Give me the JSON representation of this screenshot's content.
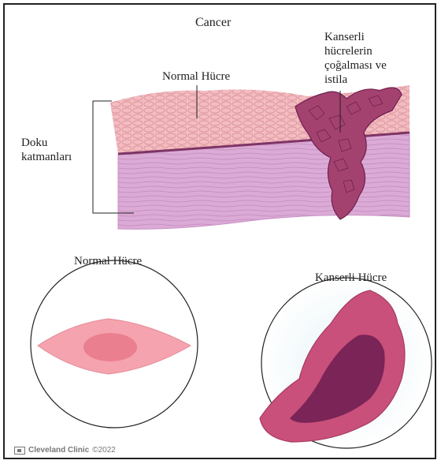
{
  "title": "Cancer",
  "labels": {
    "normal_cell_top": "Normal Hücre",
    "cancer_spread": [
      "Kanserli",
      "hücrelerin",
      "çoğalması ve",
      "istila"
    ],
    "tissue_layers": [
      "Doku",
      "katmanları"
    ],
    "normal_cell_bottom": "Normal Hücre",
    "cancer_cell_bottom": "Kanserli Hücre"
  },
  "credit": {
    "brand": "Cleveland Clinic",
    "year": "©2022"
  },
  "colors": {
    "epithelium": "#f0b2b8",
    "epithelium_line": "#d78c95",
    "basement": "#8a3d6e",
    "stroma": "#d9a6d3",
    "stroma_line": "#b983b5",
    "cancer": "#9b3c69",
    "cancer_dark": "#6e2050",
    "normal_cell": "#f49aa7",
    "normal_nucleus": "#e97e8f",
    "cancer_cell": "#c54b72",
    "cancer_nucleus": "#7c2457"
  }
}
